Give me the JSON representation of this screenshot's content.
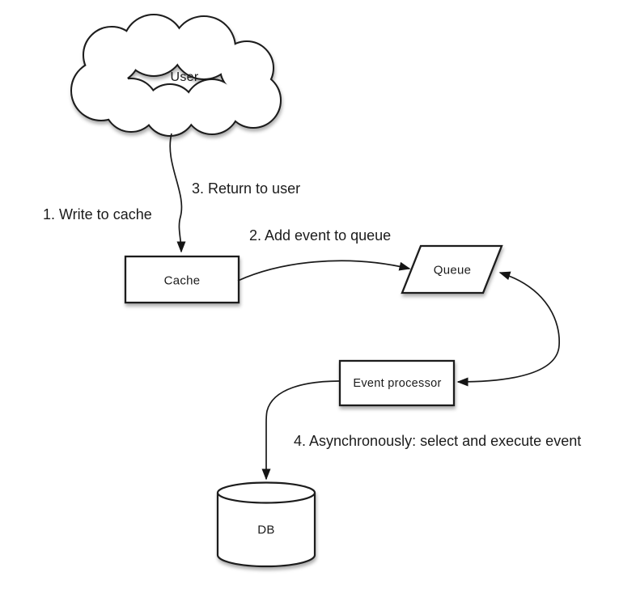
{
  "nodes": {
    "user": "User",
    "cache": "Cache",
    "queue": "Queue",
    "event_processor": "Event processor",
    "db": "DB"
  },
  "labels": {
    "step1": "1. Write to cache",
    "step2": "2. Add event to queue",
    "step3": "3. Return to user",
    "step4": "4. Asynchronously: select and execute event"
  },
  "edges": [
    {
      "from": "user",
      "to": "cache"
    },
    {
      "from": "cache",
      "to": "queue"
    },
    {
      "from": "queue",
      "to": "event_processor",
      "bidirectional": true
    },
    {
      "from": "event_processor",
      "to": "db"
    }
  ],
  "colors": {
    "stroke": "#1a1a1a",
    "shape_fill": "#ffffff",
    "text": "#1b1b1b",
    "background": "#ffffff"
  }
}
